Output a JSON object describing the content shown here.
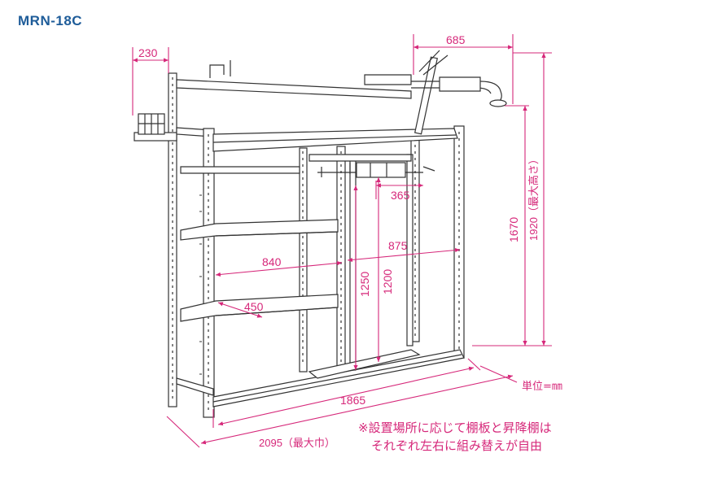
{
  "model": "MRN-18C",
  "unit_label": "単位=㎜",
  "note": {
    "line1": "※設置場所に応じて棚板と昇降棚は",
    "line2": "それぞれ左右に組み替えが自由"
  },
  "dimensions": {
    "d230": "230",
    "d685": "685",
    "d365": "365",
    "d840": "840",
    "d875": "875",
    "d450": "450",
    "d1250": "1250",
    "d1200": "1200",
    "d1670": "1670",
    "d1920": "1920（最大高さ）",
    "d1865": "1865",
    "d2095": "2095（最大巾）"
  },
  "colors": {
    "dimension": "#d6287a",
    "line": "#333333",
    "title": "#1e5c99"
  }
}
